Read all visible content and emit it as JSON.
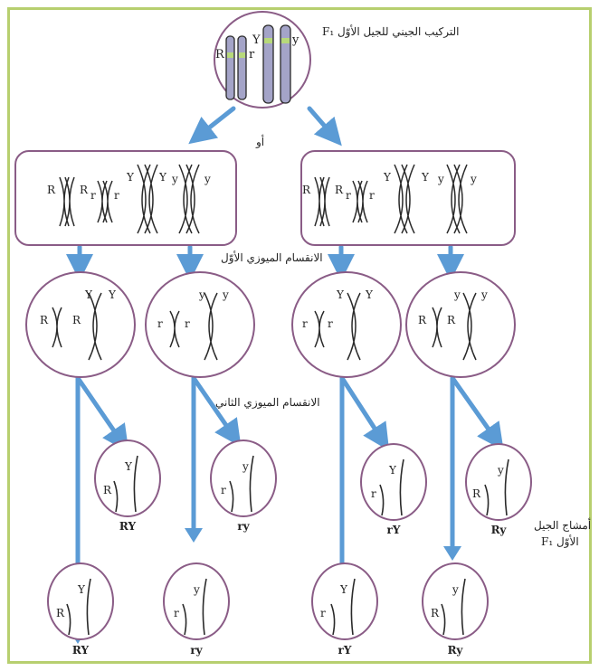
{
  "labels": {
    "f1_genotype": "التركيب الجيني للجيل الأوّل F₁",
    "or": "أو",
    "meiosis_1": "الانقسام الميوزي الأوّل",
    "meiosis_2": "الانقسام الميوزي الثاني",
    "f1_gametes_line1": "أمشاج الجيل",
    "f1_gametes_line2": "الأوّل F₁"
  },
  "gametes": [
    "RY",
    "ry",
    "rY",
    "Ry"
  ],
  "colors": {
    "frame": "#b7cf6f",
    "outline": "#8a5c86",
    "arrow": "#5b9bd5",
    "chromosome_fill": "#a4a4c8",
    "allele_band": "#b7d97a"
  }
}
